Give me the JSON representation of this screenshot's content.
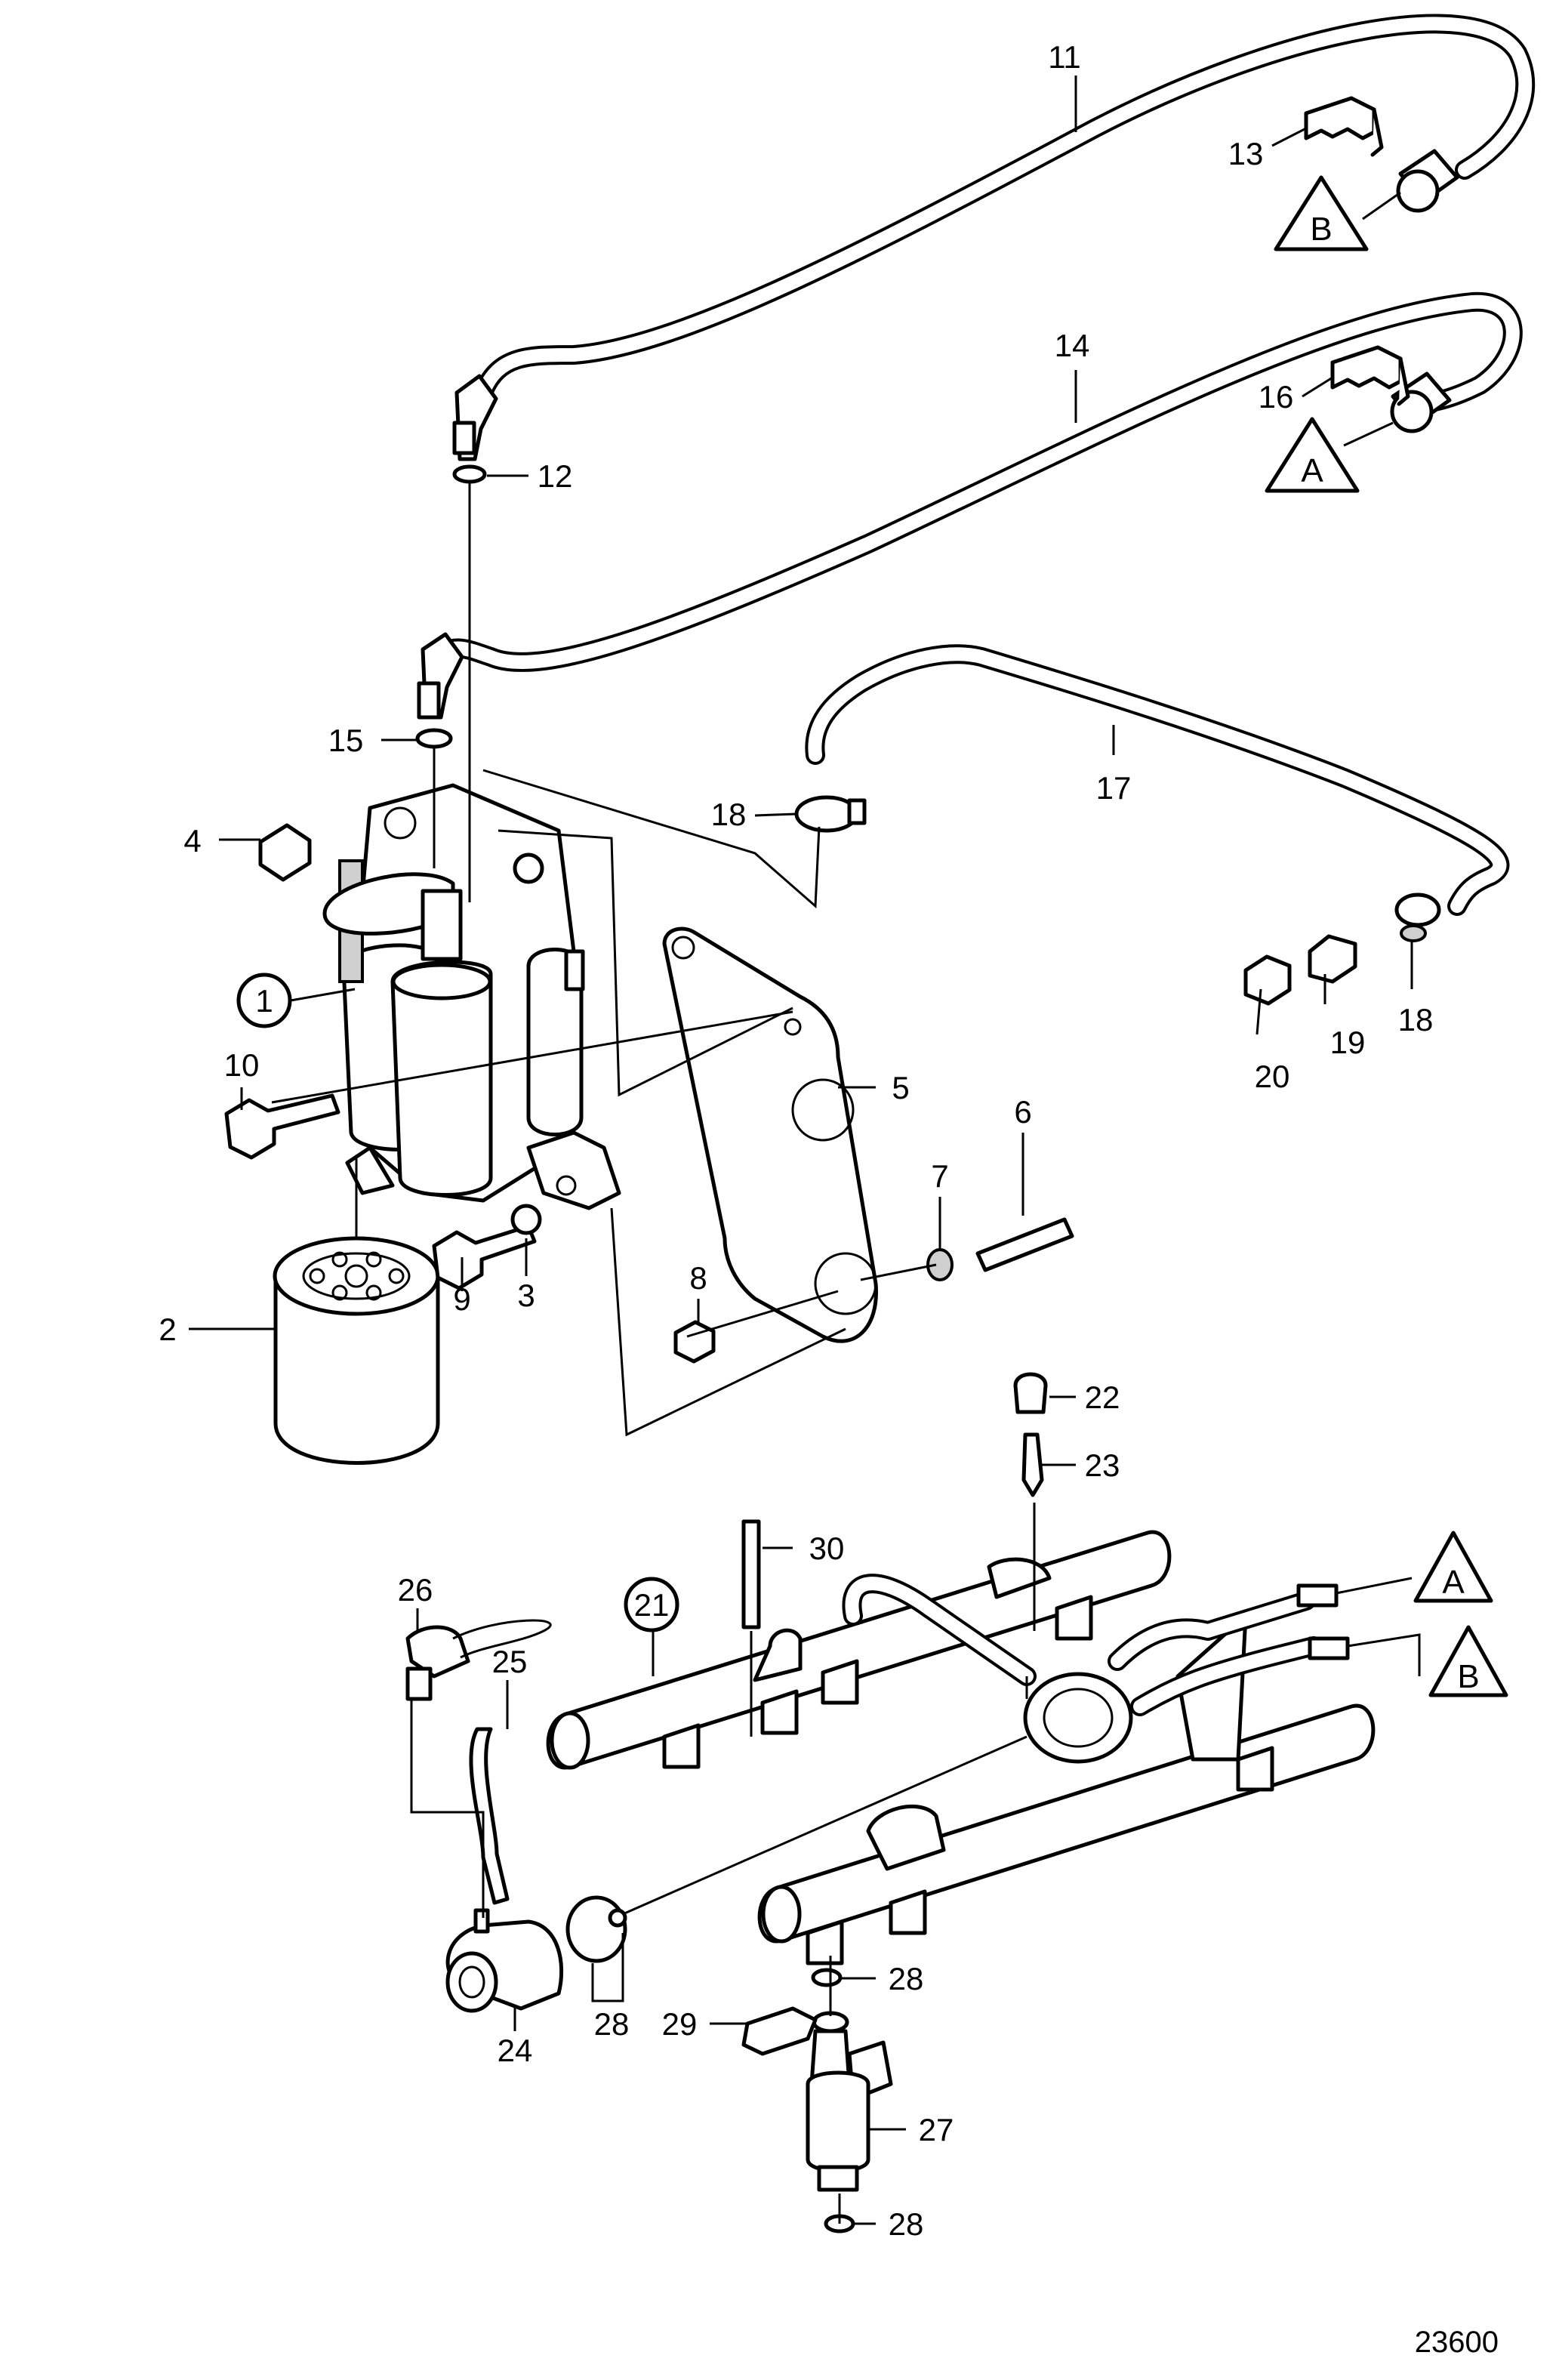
{
  "figure_number": "23600",
  "callouts": [
    {
      "id": "1",
      "text": "1",
      "circled": true
    },
    {
      "id": "2",
      "text": "2"
    },
    {
      "id": "3",
      "text": "3"
    },
    {
      "id": "4",
      "text": "4"
    },
    {
      "id": "5",
      "text": "5"
    },
    {
      "id": "6",
      "text": "6"
    },
    {
      "id": "7",
      "text": "7"
    },
    {
      "id": "8",
      "text": "8"
    },
    {
      "id": "9",
      "text": "9"
    },
    {
      "id": "10",
      "text": "10"
    },
    {
      "id": "11",
      "text": "11"
    },
    {
      "id": "12",
      "text": "12"
    },
    {
      "id": "13",
      "text": "13"
    },
    {
      "id": "14",
      "text": "14"
    },
    {
      "id": "15",
      "text": "15"
    },
    {
      "id": "16",
      "text": "16"
    },
    {
      "id": "17",
      "text": "17"
    },
    {
      "id": "18a",
      "text": "18"
    },
    {
      "id": "18b",
      "text": "18"
    },
    {
      "id": "19",
      "text": "19"
    },
    {
      "id": "20",
      "text": "20"
    },
    {
      "id": "21",
      "text": "21",
      "circled": true
    },
    {
      "id": "22",
      "text": "22"
    },
    {
      "id": "23",
      "text": "23"
    },
    {
      "id": "24",
      "text": "24"
    },
    {
      "id": "25",
      "text": "25"
    },
    {
      "id": "26",
      "text": "26"
    },
    {
      "id": "27",
      "text": "27"
    },
    {
      "id": "28a",
      "text": "28"
    },
    {
      "id": "28b",
      "text": "28"
    },
    {
      "id": "28c",
      "text": "28"
    },
    {
      "id": "29",
      "text": "29"
    },
    {
      "id": "30",
      "text": "30"
    }
  ],
  "connection_markers": [
    {
      "id": "B-top",
      "text": "B"
    },
    {
      "id": "A-top",
      "text": "A"
    },
    {
      "id": "A-rail",
      "text": "A"
    },
    {
      "id": "B-rail",
      "text": "B"
    }
  ]
}
